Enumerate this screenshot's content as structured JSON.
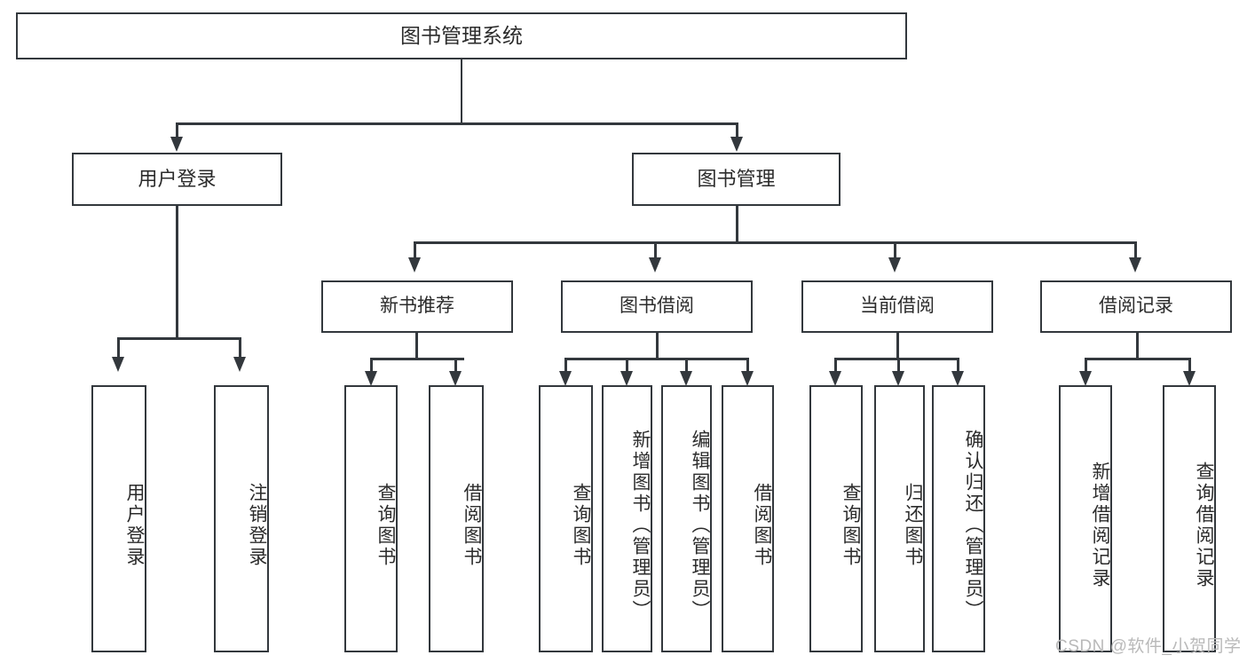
{
  "diagram": {
    "title": "图书管理系统",
    "root": {
      "label": "图书管理系统"
    },
    "level2": [
      {
        "label": "用户登录"
      },
      {
        "label": "图书管理"
      }
    ],
    "level3": [
      {
        "label": "新书推荐"
      },
      {
        "label": "图书借阅"
      },
      {
        "label": "当前借阅"
      },
      {
        "label": "借阅记录"
      }
    ],
    "leaves": [
      {
        "label": "用户登录"
      },
      {
        "label": "注销登录"
      },
      {
        "label": "查询图书"
      },
      {
        "label": "借阅图书"
      },
      {
        "label": "查询图书"
      },
      {
        "label": "新增图书（管理员）"
      },
      {
        "label": "编辑图书（管理员）"
      },
      {
        "label": "借阅图书"
      },
      {
        "label": "查询图书"
      },
      {
        "label": "归还图书"
      },
      {
        "label": "确认归还（管理员）"
      },
      {
        "label": "新增借阅记录"
      },
      {
        "label": "查询借阅记录"
      }
    ],
    "watermark": "CSDN @软件_小贺同学",
    "colors": {
      "stroke": "#33383d",
      "text": "#2b2b2b",
      "background": "#ffffff",
      "watermark": "#b9b9b9"
    }
  }
}
